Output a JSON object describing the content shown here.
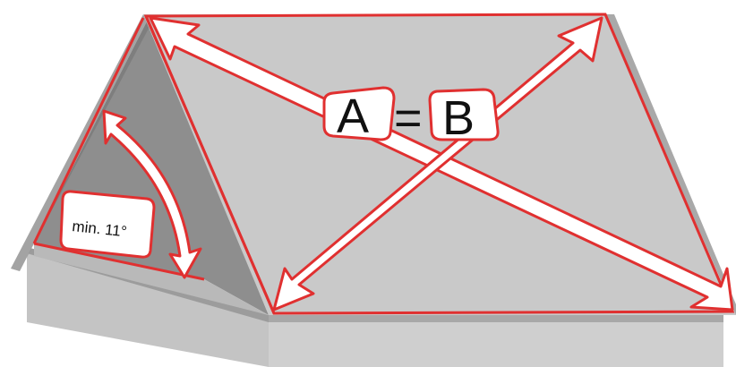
{
  "labels": {
    "diagonal_a": "A",
    "equals": "=",
    "diagonal_b": "B",
    "angle": "min. 11°"
  },
  "colors": {
    "accent": "#e03030",
    "roof": "#c9c9c9",
    "roof_dark": "#a9a9a9",
    "wall": "#cdcdcd",
    "wall_dark": "#b3b3b3",
    "gable_inner": "#8f8f8f",
    "arrow_fill": "#ffffff"
  },
  "icons": {
    "roof_diagonal_a": "double-arrow-icon",
    "roof_diagonal_b": "double-arrow-icon",
    "angle_arc": "curved-double-arrow-icon"
  }
}
